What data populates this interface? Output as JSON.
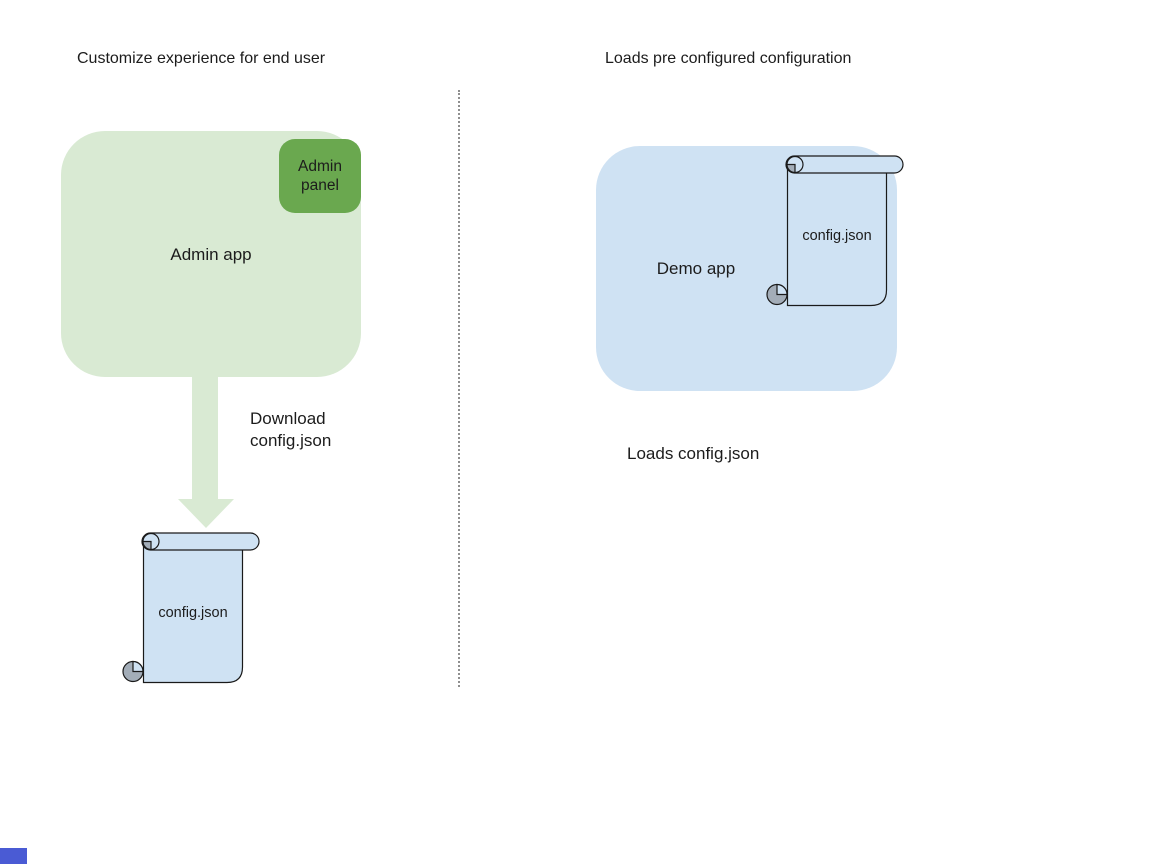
{
  "colors": {
    "background": "#ffffff",
    "light_green": "#d9ead3",
    "dark_green": "#6aa84f",
    "light_blue": "#cfe2f3",
    "curl_gray": "#a3adb8",
    "outline": "#1a1a1a",
    "divider_gray": "#8f8f8f",
    "text": "#1c1c1c",
    "corner_marker_blue": "#4a5bd4"
  },
  "left_section": {
    "title": "Customize experience for end user",
    "admin_app_label": "Admin app",
    "admin_panel_label": "Admin panel",
    "arrow_label": "Download config.json",
    "scroll_label": "config.json"
  },
  "right_section": {
    "title": "Loads pre configured configuration",
    "demo_app_label": "Demo app",
    "scroll_label": "config.json",
    "caption": "Loads config.json"
  }
}
